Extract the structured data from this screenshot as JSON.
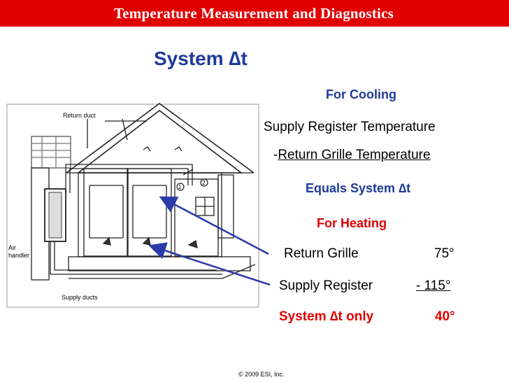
{
  "header": {
    "title": "Temperature Measurement and Diagnostics",
    "bar_color": "#e10000"
  },
  "slide": {
    "heading_text": "System ",
    "heading_symbol": "∆t"
  },
  "cooling": {
    "heading": "For Cooling",
    "line1": "Supply Register Temperature",
    "line2_prefix": "-",
    "line2": "Return Grille Temperature",
    "result_text": "Equals System ",
    "result_symbol": "∆t"
  },
  "heating": {
    "heading": "For Heating",
    "row1_label": "Return Grille",
    "row1_value": "75°",
    "row2_label": "Supply Register",
    "row2_value": "- 115°",
    "row3_label": "System  ∆t only",
    "row3_value": "40°"
  },
  "diagram": {
    "return_duct_label": "Return duct",
    "air_label_1": "Air",
    "air_label_2": "handler",
    "supply_ducts_label": "Supply ducts",
    "marker_1": "1",
    "marker_2": "2",
    "arrow_color": "#2a3aa8"
  },
  "footer": {
    "copyright": "© 2009 ESI, Inc."
  }
}
